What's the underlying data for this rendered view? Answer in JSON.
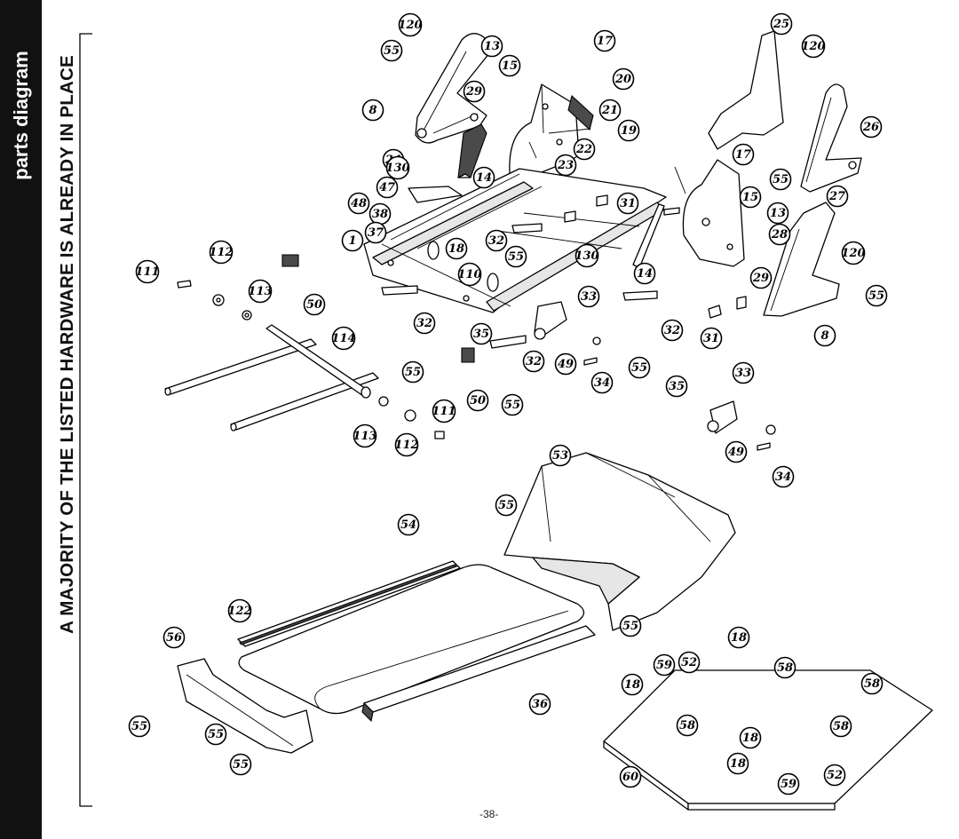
{
  "sidebar": {
    "title": "parts diagram"
  },
  "note": "A MAJORITY OF THE LISTED HARDWARE IS ALREADY IN PLACE",
  "page_number": "-38-",
  "callouts": [
    {
      "label": "120"
    },
    {
      "label": "55"
    },
    {
      "label": "13"
    },
    {
      "label": "15"
    },
    {
      "label": "29"
    },
    {
      "label": "8"
    },
    {
      "label": "24"
    },
    {
      "label": "130"
    },
    {
      "label": "14"
    },
    {
      "label": "17"
    },
    {
      "label": "20"
    },
    {
      "label": "21"
    },
    {
      "label": "19"
    },
    {
      "label": "22"
    },
    {
      "label": "23"
    },
    {
      "label": "25"
    },
    {
      "label": "120"
    },
    {
      "label": "17"
    },
    {
      "label": "26"
    },
    {
      "label": "55"
    },
    {
      "label": "15"
    },
    {
      "label": "13"
    },
    {
      "label": "27"
    },
    {
      "label": "28"
    },
    {
      "label": "120"
    },
    {
      "label": "29"
    },
    {
      "label": "55"
    },
    {
      "label": "8"
    },
    {
      "label": "47"
    },
    {
      "label": "48"
    },
    {
      "label": "38"
    },
    {
      "label": "37"
    },
    {
      "label": "31"
    },
    {
      "label": "1"
    },
    {
      "label": "18"
    },
    {
      "label": "32"
    },
    {
      "label": "55"
    },
    {
      "label": "130"
    },
    {
      "label": "110"
    },
    {
      "label": "14"
    },
    {
      "label": "31"
    },
    {
      "label": "112"
    },
    {
      "label": "111"
    },
    {
      "label": "113"
    },
    {
      "label": "50"
    },
    {
      "label": "32"
    },
    {
      "label": "33"
    },
    {
      "label": "35"
    },
    {
      "label": "32"
    },
    {
      "label": "32"
    },
    {
      "label": "49"
    },
    {
      "label": "34"
    },
    {
      "label": "55"
    },
    {
      "label": "114"
    },
    {
      "label": "55"
    },
    {
      "label": "50"
    },
    {
      "label": "55"
    },
    {
      "label": "35"
    },
    {
      "label": "33"
    },
    {
      "label": "111"
    },
    {
      "label": "113"
    },
    {
      "label": "112"
    },
    {
      "label": "49"
    },
    {
      "label": "34"
    },
    {
      "label": "53"
    },
    {
      "label": "55"
    },
    {
      "label": "54"
    },
    {
      "label": "55"
    },
    {
      "label": "122"
    },
    {
      "label": "56"
    },
    {
      "label": "36"
    },
    {
      "label": "55"
    },
    {
      "label": "55"
    },
    {
      "label": "55"
    },
    {
      "label": "18"
    },
    {
      "label": "59"
    },
    {
      "label": "52"
    },
    {
      "label": "58"
    },
    {
      "label": "58"
    },
    {
      "label": "18"
    },
    {
      "label": "58"
    },
    {
      "label": "58"
    },
    {
      "label": "18"
    },
    {
      "label": "18"
    },
    {
      "label": "59"
    },
    {
      "label": "52"
    },
    {
      "label": "60"
    }
  ]
}
